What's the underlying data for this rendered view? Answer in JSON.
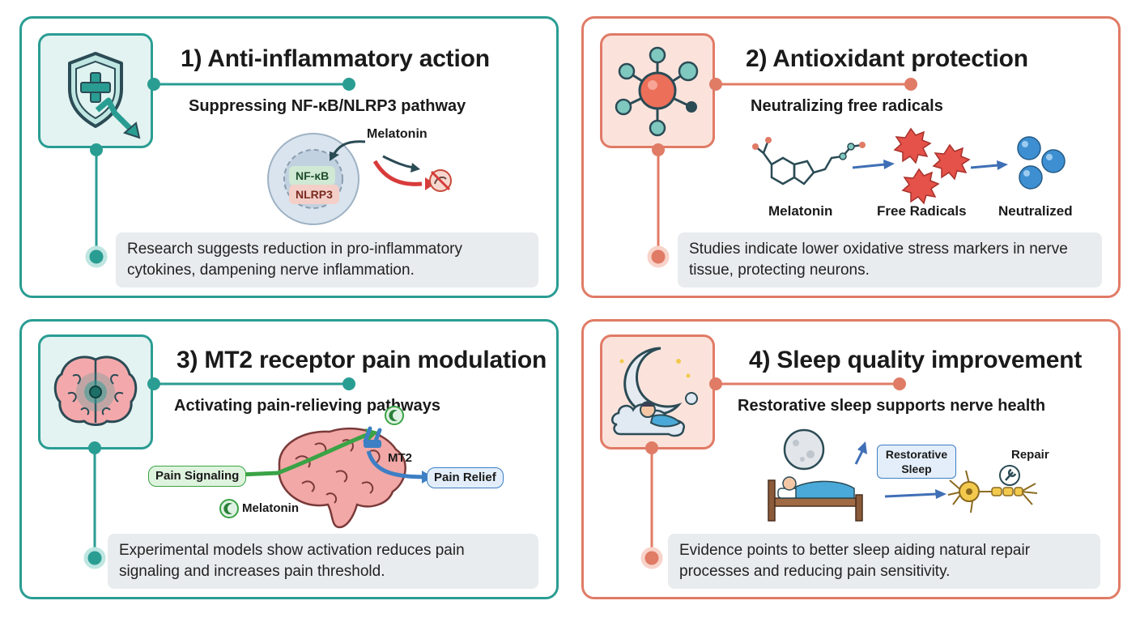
{
  "panels": [
    {
      "title": "1) Anti-inflammatory action",
      "subtitle": "Suppressing NF-κB/NLRP3 pathway",
      "description": "Research suggests reduction in pro-inflammatory cytokines, dampening nerve inflammation.",
      "labels": {
        "melatonin": "Melatonin",
        "nfkb": "NF-κB",
        "nlrp3": "NLRP3"
      }
    },
    {
      "title": "2) Antioxidant protection",
      "subtitle": "Neutralizing free radicals",
      "description": "Studies indicate lower oxidative stress markers in nerve tissue, protecting neurons.",
      "labels": {
        "melatonin": "Melatonin",
        "free_radicals": "Free Radicals",
        "neutralized": "Neutralized"
      }
    },
    {
      "title": "3) MT2 receptor pain modulation",
      "subtitle": "Activating pain-relieving pathways",
      "description": "Experimental models show activation reduces pain signaling and increases pain threshold.",
      "labels": {
        "pain_signaling": "Pain Signaling",
        "mt2": "MT2",
        "pain_relief": "Pain Relief",
        "melatonin": "Melatonin"
      }
    },
    {
      "title": "4) Sleep quality improvement",
      "subtitle": "Restorative sleep supports nerve health",
      "description": "Evidence points to better sleep aiding natural repair processes and reducing pain sensitivity.",
      "labels": {
        "restorative_sleep": "Restorative Sleep",
        "repair": "Repair"
      }
    }
  ],
  "icons": [
    "shield-down-arrow-icon",
    "molecule-icon",
    "brain-target-icon",
    "moon-sleep-icon"
  ],
  "colors": {
    "teal": "#2a9d93",
    "coral": "#e07b66",
    "desc_bg": "#e9ecee"
  }
}
